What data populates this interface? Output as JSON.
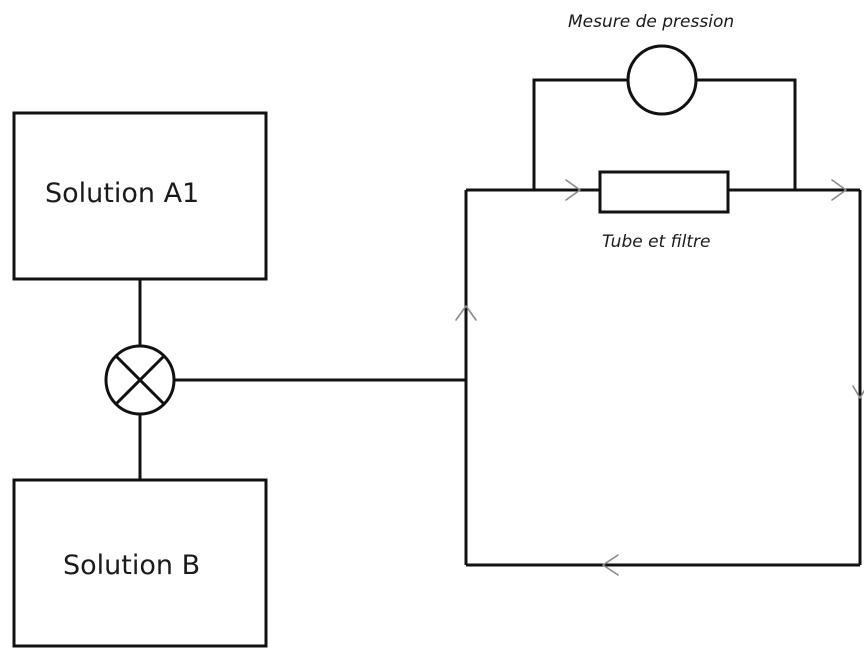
{
  "labels": {
    "solution_a": "Solution A1",
    "solution_b": "Solution B",
    "pressure": "Mesure de pression",
    "tube": "Tube et filtre"
  },
  "colors": {
    "line": "#111111",
    "arrow": "#8a8a8a",
    "background": "#ffffff"
  },
  "icons": {
    "valve": "mixing-valve-icon",
    "gauge": "pressure-gauge-icon",
    "filter": "tube-filter-icon"
  }
}
